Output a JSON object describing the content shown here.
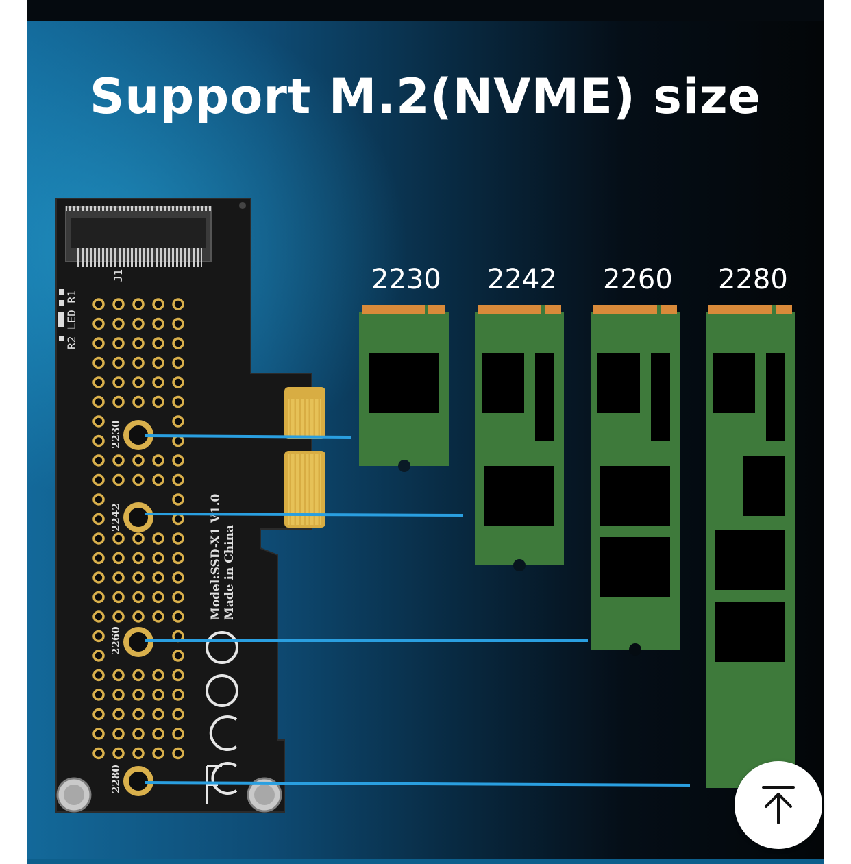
{
  "banner": {
    "title": "Support M.2(NVME) size",
    "sizes": [
      "2230",
      "2242",
      "2260",
      "2280"
    ]
  },
  "board": {
    "silkscreen": {
      "connector": "J1",
      "led_label": "R2 LED R1",
      "model": "Model:SSD-X1 V1.0",
      "origin": "Made in China",
      "hole_labels": [
        "2230",
        "2242",
        "2260",
        "2280"
      ]
    }
  },
  "controls": {
    "scroll_top_icon": "arrow-up-to-bar-icon"
  },
  "colors": {
    "accent_line": "#2a9fe0",
    "ssd_green": "#3d7a3a",
    "ssd_contacts": "#d98a3a",
    "pcb": "#161616",
    "gold": "#d9b04c"
  }
}
